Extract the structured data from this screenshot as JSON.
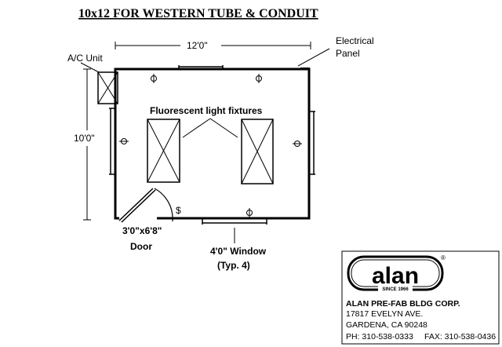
{
  "title": "10x12 FOR WESTERN TUBE & CONDUIT",
  "dimensions": {
    "width_label": "12'0\"",
    "depth_label": "10'0\""
  },
  "labels": {
    "ac_unit": "A/C Unit",
    "electrical_line1": "Electrical",
    "electrical_line2": "Panel",
    "fluorescent": "Fluorescent light fixtures",
    "door_size": "3'0\"x6'8\"",
    "door": "Door",
    "window_line1": "4'0\" Window",
    "window_line2": "(Typ. 4)",
    "switch_symbol": "$"
  },
  "company": {
    "logo_text": "alan",
    "since": "SINCE 1966",
    "registered": "®",
    "name": "ALAN PRE-FAB BLDG CORP.",
    "address1": "17817 EVELYN AVE.",
    "address2": "GARDENA, CA 90248",
    "phone": "PH: 310-538-0333",
    "fax": "FAX: 310-538-0436"
  }
}
